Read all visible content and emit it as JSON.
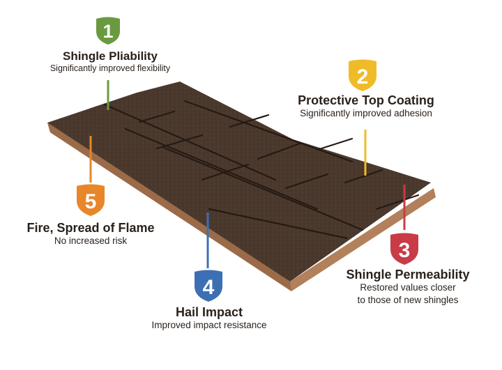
{
  "colors": {
    "green": "#6a9a3f",
    "yellow": "#efbb29",
    "red": "#c83b47",
    "blue": "#3c6fb4",
    "orange": "#e7872a",
    "shingle": "#4a382c",
    "shingle_dark": "#2c2019",
    "wood_edge": "#b2805a"
  },
  "callouts": [
    {
      "number": "1",
      "title": "Shingle Pliability",
      "description": "Significantly improved flexibility",
      "color": "#6a9a3f",
      "icon": "shield-badge-icon"
    },
    {
      "number": "2",
      "title": "Protective Top Coating",
      "description": "Significantly improved adhesion",
      "color": "#efbb29",
      "icon": "shield-badge-icon"
    },
    {
      "number": "3",
      "title": "Shingle Permeability",
      "description_line1": "Restored values closer",
      "description_line2": "to those of new shingles",
      "color": "#c83b47",
      "icon": "shield-badge-icon"
    },
    {
      "number": "4",
      "title": "Hail Impact",
      "description": "Improved impact resistance",
      "color": "#3c6fb4",
      "icon": "shield-badge-icon"
    },
    {
      "number": "5",
      "title": "Fire, Spread of Flame",
      "description": "No increased risk",
      "color": "#e7872a",
      "icon": "shield-badge-icon"
    }
  ]
}
